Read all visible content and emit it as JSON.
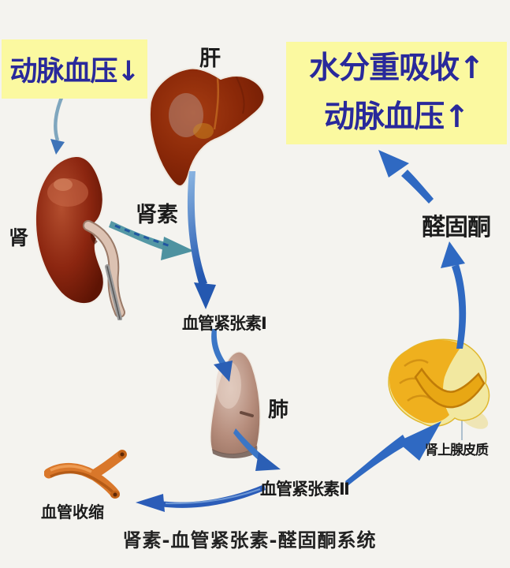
{
  "diagram_title": "肾素-血管紧张素-醛固酮系统",
  "callouts": {
    "trigger_box": {
      "text": "动脉血压↓"
    },
    "outcome_box": {
      "line1": "水分重吸收↑",
      "line2": "动脉血压↑"
    }
  },
  "labels": {
    "liver": "肝",
    "kidney": "肾",
    "renin": "肾素",
    "angiotensin_i": "血管紧张素Ⅰ",
    "lung": "肺",
    "angiotensin_ii": "血管紧张素Ⅱ",
    "vasoconstriction": "血管收缩",
    "aldosterone": "醛固酮",
    "adrenal_cortex": "肾上腺皮质",
    "caption": "肾素-血管紧张素-醛固酮系统"
  },
  "colors": {
    "background": "#F4F3EF",
    "callout_bg": "#FBF9A0",
    "callout_text": "#29299B",
    "label_text": "#1B1B1B",
    "arrow_blue": "#2F69C2",
    "arrow_teal": "#5598A5",
    "liver": "#8A2808",
    "kidney": "#8C2610",
    "lung": "#B68D7C",
    "vessel_orange": "#D9772A",
    "adrenal_gold": "#EFB01E"
  },
  "icons": [
    "liver-icon",
    "kidney-icon",
    "lung-icon",
    "blood-vessel-icon",
    "adrenal-gland-icon"
  ]
}
